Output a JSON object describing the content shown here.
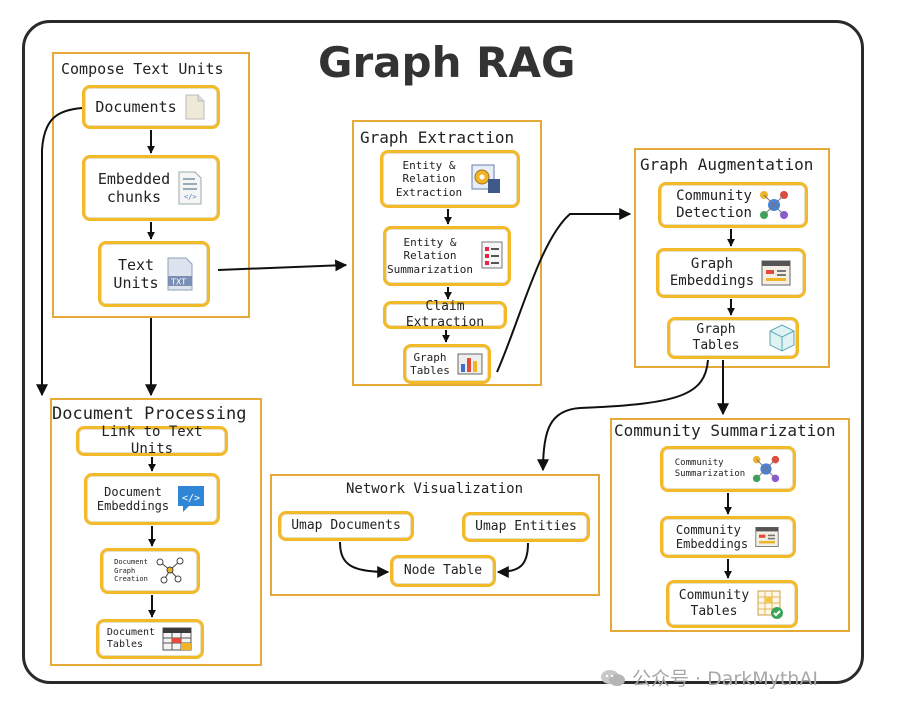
{
  "title": "Graph RAG",
  "groups": {
    "compose": {
      "title": "Compose Text Units",
      "nodes": [
        "Documents",
        "Embedded\nchunks",
        "Text\nUnits"
      ]
    },
    "extraction": {
      "title": "Graph Extraction",
      "nodes": [
        "Entity &\nRelation\nExtraction",
        "Entity &\nRelation\nSummarization",
        "Claim Extraction",
        "Graph\nTables"
      ]
    },
    "augmentation": {
      "title": "Graph Augmentation",
      "nodes": [
        "Community\nDetection",
        "Graph\nEmbeddings",
        "Graph Tables"
      ]
    },
    "docproc": {
      "title": "Document Processing",
      "nodes": [
        "Link to Text Units",
        "Document\nEmbeddings",
        "Document\nGraph\nCreation",
        "Document\nTables"
      ]
    },
    "netvis": {
      "title": "Network Visualization",
      "nodes": [
        "Umap Documents",
        "Umap Entities",
        "Node Table"
      ]
    },
    "community": {
      "title": "Community Summarization",
      "nodes": [
        "Community\nSummarization",
        "Community\nEmbeddings",
        "Community\nTables"
      ]
    }
  },
  "icons": {
    "documents": "document-icon",
    "embedded": "code-file-icon",
    "textunits": "txt-file-icon",
    "entity": "gear-table-icon",
    "summarization": "checklist-icon",
    "graphtables": "bar-chart-icon",
    "communitydet": "network-people-icon",
    "graphemb": "dashboard-icon",
    "graphtables2": "cube-icon",
    "docemb": "code-bubble-icon",
    "docgraph": "graph-nodes-icon",
    "doctables": "table-icon",
    "commsum": "network-people-icon",
    "commemb": "dashboard-icon",
    "commtables": "table-check-icon"
  },
  "watermark": "公众号 · DarkMythAI",
  "colors": {
    "node_border": "#f2b928",
    "group_border": "#e5a93a",
    "frame": "#2a2a2a"
  }
}
